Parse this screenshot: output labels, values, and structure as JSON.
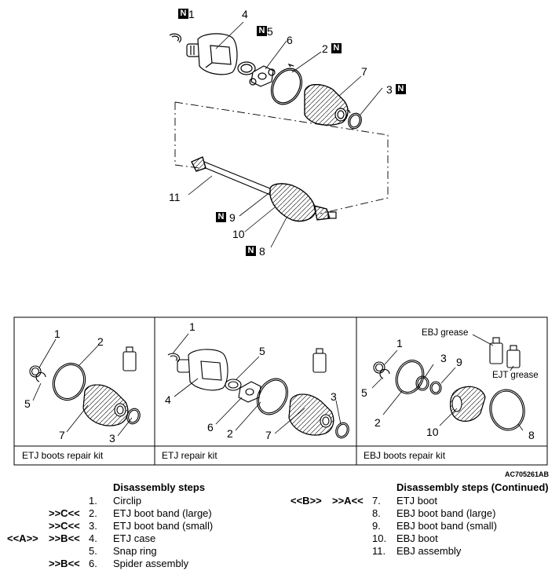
{
  "figure": {
    "code": "AC705261AB",
    "top_callouts": {
      "c1": "1",
      "c2": "2",
      "c3": "3",
      "c4": "4",
      "c5": "5",
      "c6": "6",
      "c7": "7",
      "c8": "8",
      "c9": "9",
      "c10": "10",
      "c11": "11",
      "new_mark": "N"
    },
    "kit_panels": [
      {
        "caption": "ETJ boots repair kit",
        "callouts": [
          "1",
          "2",
          "5",
          "7",
          "3"
        ]
      },
      {
        "caption": "ETJ repair kit",
        "callouts": [
          "1",
          "5",
          "4",
          "3",
          "6",
          "2",
          "7"
        ]
      },
      {
        "caption": "EBJ boots repair kit",
        "callouts": [
          "1",
          "3",
          "9",
          "5",
          "2",
          "10",
          "8"
        ],
        "grease_labels": [
          "EBJ grease",
          "EJT grease"
        ]
      }
    ]
  },
  "disassembly": {
    "title": "Disassembly steps",
    "title_continued": "Disassembly steps (Continued)",
    "steps": [
      {
        "pre": "",
        "mark": "",
        "num": "1.",
        "text": "Circlip"
      },
      {
        "pre": "",
        "mark": ">>C<<",
        "num": "2.",
        "text": "ETJ boot band (large)"
      },
      {
        "pre": "",
        "mark": ">>C<<",
        "num": "3.",
        "text": "ETJ boot band (small)"
      },
      {
        "pre": "<<A>>",
        "mark": ">>B<<",
        "num": "4.",
        "text": "ETJ case"
      },
      {
        "pre": "",
        "mark": "",
        "num": "5.",
        "text": "Snap ring"
      },
      {
        "pre": "",
        "mark": ">>B<<",
        "num": "6.",
        "text": "Spider assembly"
      }
    ],
    "steps_continued": [
      {
        "pre": "<<B>>",
        "mark": ">>A<<",
        "num": "7.",
        "text": "ETJ boot"
      },
      {
        "pre": "",
        "mark": "",
        "num": "8.",
        "text": "EBJ boot band (large)"
      },
      {
        "pre": "",
        "mark": "",
        "num": "9.",
        "text": "EBJ boot band (small)"
      },
      {
        "pre": "",
        "mark": "",
        "num": "10.",
        "text": "EBJ boot"
      },
      {
        "pre": "",
        "mark": "",
        "num": "11.",
        "text": "EBJ assembly"
      }
    ]
  }
}
